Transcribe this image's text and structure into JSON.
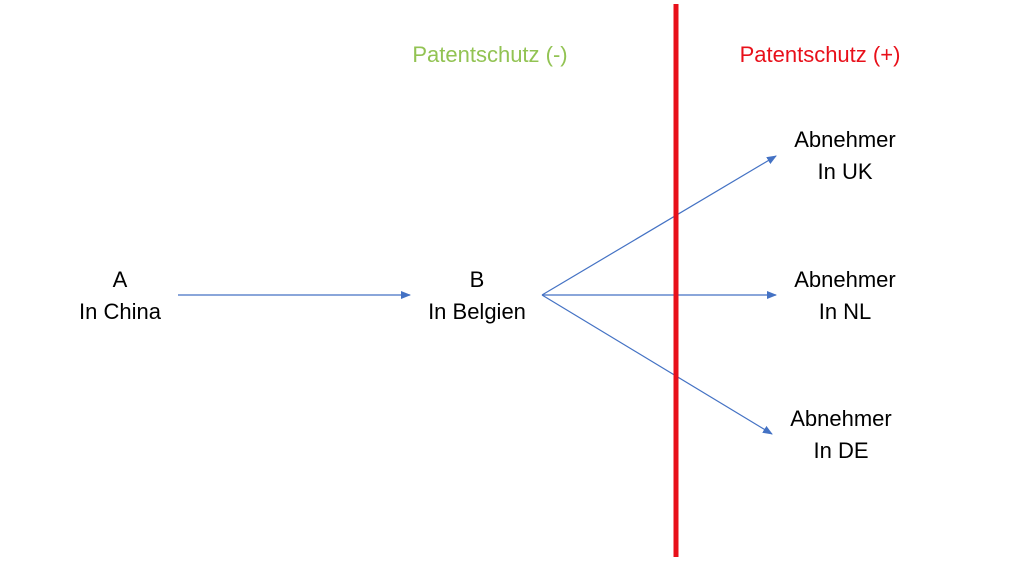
{
  "regions": {
    "left_label": "Patentschutz (-)",
    "right_label": "Patentschutz (+)",
    "left_color": "#92c353",
    "right_color": "#e8101a"
  },
  "nodes": {
    "a": {
      "line1": "A",
      "line2": "In China"
    },
    "b": {
      "line1": "B",
      "line2": "In Belgien"
    },
    "uk": {
      "line1": "Abnehmer",
      "line2": "In UK"
    },
    "nl": {
      "line1": "Abnehmer",
      "line2": "In NL"
    },
    "de": {
      "line1": "Abnehmer",
      "line2": "In DE"
    }
  },
  "colors": {
    "arrow": "#4472c4",
    "divider": "#e8101a"
  },
  "edges": [
    {
      "from": "a",
      "to": "b"
    },
    {
      "from": "b",
      "to": "uk"
    },
    {
      "from": "b",
      "to": "nl"
    },
    {
      "from": "b",
      "to": "de"
    }
  ]
}
